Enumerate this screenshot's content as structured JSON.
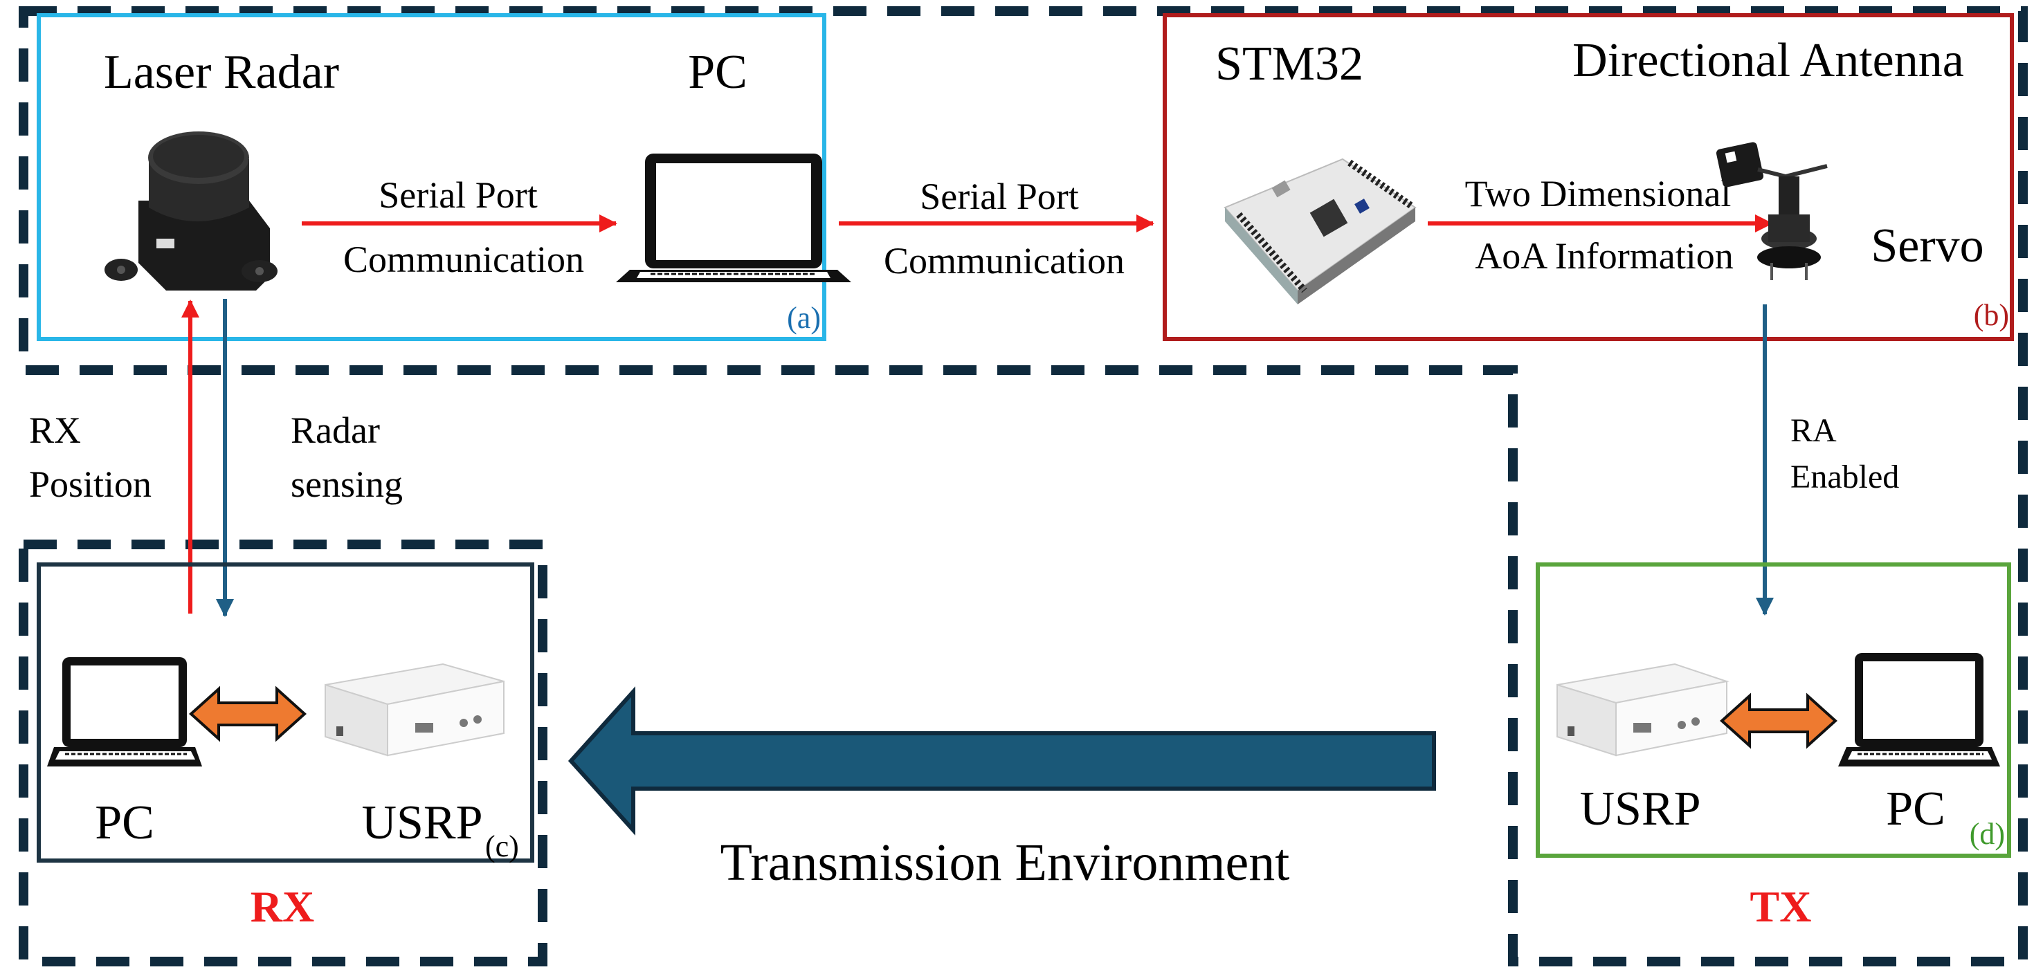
{
  "panel_a": {
    "title_radar": "Laser Radar",
    "title_pc": "PC",
    "link_line1": "Serial Port",
    "link_line2": "Communication",
    "tag": "(a)",
    "color": "#29b6e8"
  },
  "link_a_b": {
    "line1": "Serial Port",
    "line2": "Communication"
  },
  "panel_b": {
    "title_mcu": "STM32",
    "title_antenna": "Directional Antenna",
    "link_line1": "Two Dimensional",
    "link_line2": "AoA Information",
    "servo_label": "Servo",
    "tag": "(b)",
    "color": "#b01c1c"
  },
  "panel_c": {
    "pc_label": "PC",
    "usrp_label": "USRP",
    "tag": "(c)",
    "group_label": "RX"
  },
  "panel_d": {
    "usrp_label": "USRP",
    "pc_label": "PC",
    "tag": "(d)",
    "group_label": "TX",
    "color": "#5aa53c"
  },
  "rx_position": {
    "line1": "RX",
    "line2": "Position"
  },
  "radar_sensing": {
    "line1": "Radar",
    "line2": "sensing"
  },
  "ra_enabled": {
    "line1": "RA",
    "line2": "Enabled"
  },
  "environment_label": "Transmission Environment",
  "colors": {
    "red_arrow": "#ee1c1c",
    "blue_arrow": "#1f5f86",
    "big_arrow": "#1a5878",
    "exchange_arrow": "#ee7a30",
    "dashed_frame": "#0f2a3d",
    "group_label_red": "#ee1c1c"
  }
}
